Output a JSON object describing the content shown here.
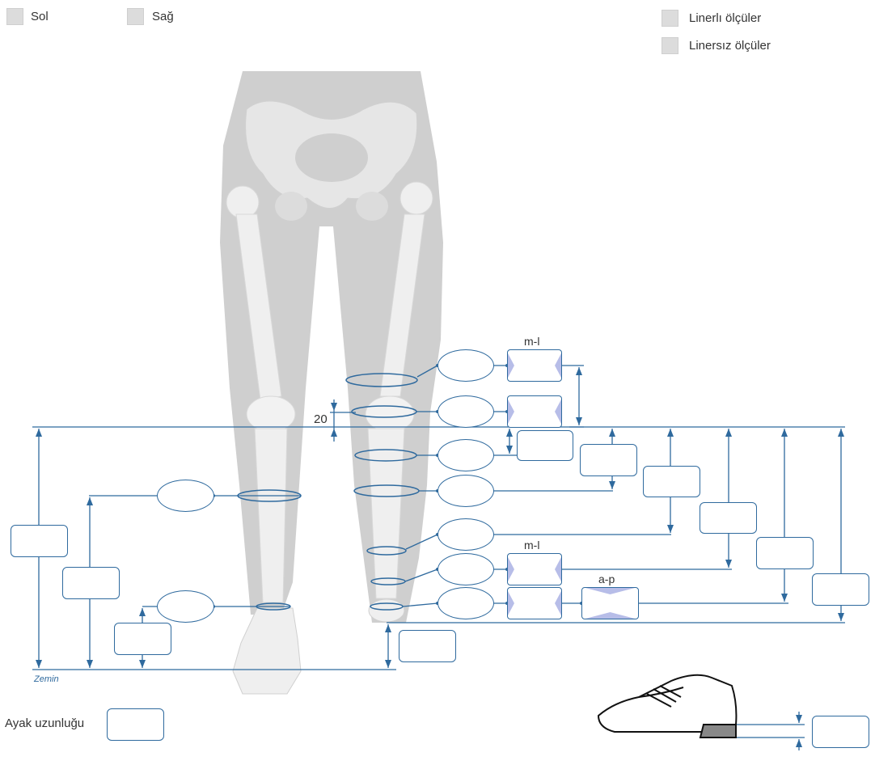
{
  "header": {
    "left": "Sol",
    "right": "Sağ",
    "with_liner": "Linerlı ölçüler",
    "without_liner": "Linersız ölçüler"
  },
  "diagram": {
    "ml_top": "m-l",
    "ml_bottom": "m-l",
    "ap": "a-p",
    "twenty": "20",
    "ground": "Zemin",
    "foot_length": "Ayak uzunluğu"
  },
  "colors": {
    "line": "#2f6a9e",
    "accent": "#b7bde8",
    "silhouette": "#c9c9c9",
    "bone": "#efefef"
  }
}
